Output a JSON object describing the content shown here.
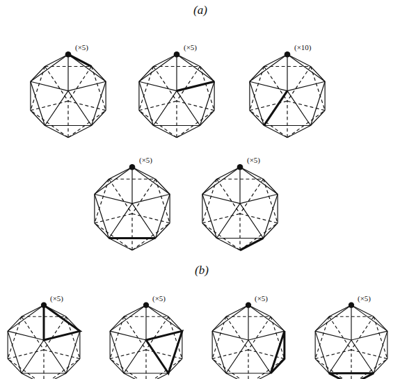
{
  "diagram": {
    "labels": [
      "(a)",
      "(×5)",
      "(×5)",
      "(×10)",
      "(×5)",
      "(×5)",
      "(b)",
      "(×5)",
      "(×5)",
      "(×5)",
      "(×5)"
    ]
  }
}
